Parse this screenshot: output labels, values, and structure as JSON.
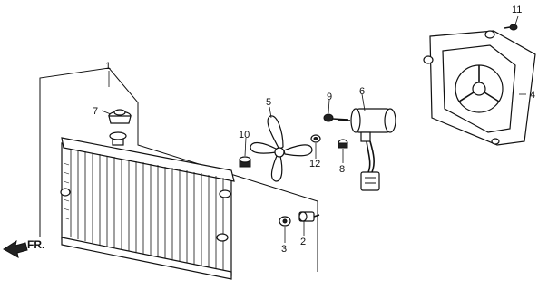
{
  "labels": {
    "p1": "1",
    "p2": "2",
    "p3": "3",
    "p4": "4",
    "p5": "5",
    "p6": "6",
    "p7": "7",
    "p8": "8",
    "p9": "9",
    "p10": "10",
    "p11": "11",
    "p12": "12"
  },
  "direction": {
    "text": "FR."
  }
}
